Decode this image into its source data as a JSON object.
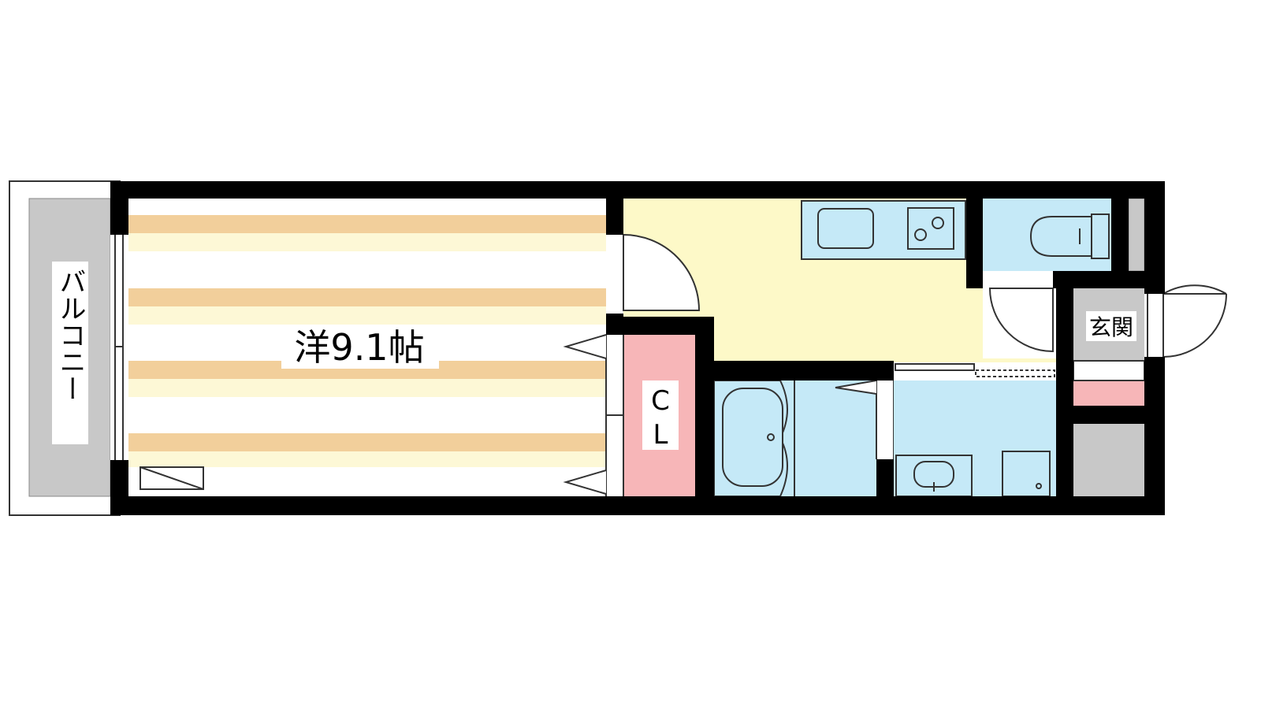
{
  "rooms": {
    "western_room": {
      "label": "洋9.1帖"
    },
    "closet": {
      "label_line1": "C",
      "label_line2": "L"
    },
    "balcony": {
      "label": "バルコニー"
    },
    "entrance": {
      "label": "玄関"
    }
  },
  "colors": {
    "wall": "#000000",
    "flooring_stripe": "#f2cf9b",
    "flooring_light": "#fdf8d6",
    "kitchen_floor": "#fdf9c8",
    "wet_area": "#c5e9f7",
    "closet": "#f7b6b8",
    "balcony": "#c8c8c8",
    "storage": "#c8c8c8"
  }
}
